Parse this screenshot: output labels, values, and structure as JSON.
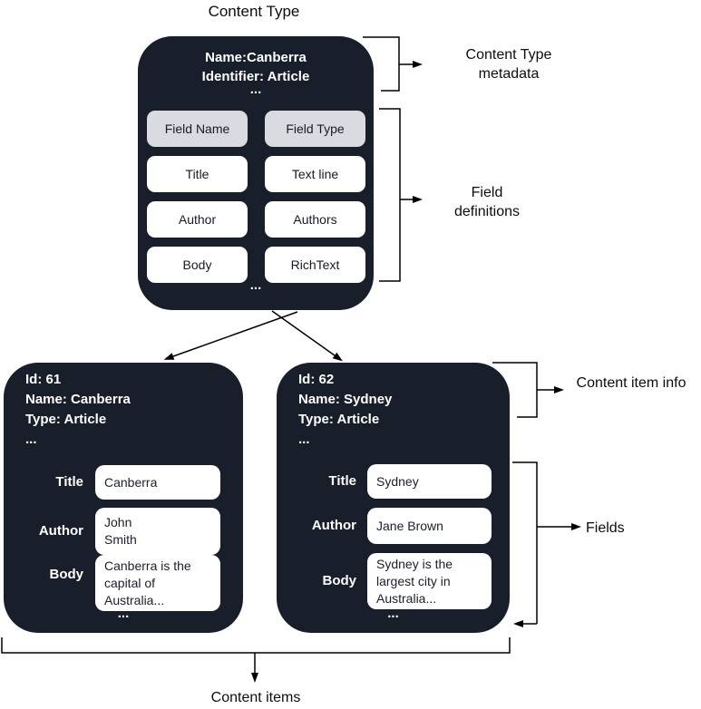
{
  "page": {
    "title": "Content Type",
    "bottom_label": "Content items"
  },
  "colors": {
    "box_background": "#181e2a",
    "header_chip_background": "#d9dbe1",
    "chip_background": "#ffffff",
    "line_color": "#000000",
    "text_on_dark": "#ffffff",
    "text_dark": "#161b26"
  },
  "content_type_box": {
    "name_line": "Name:Canberra",
    "identifier_line": "Identifier: Article",
    "ellipsis": "...",
    "field_header": {
      "name": "Field Name",
      "type": "Field Type"
    },
    "fields": [
      {
        "name": "Title",
        "type": "Text line"
      },
      {
        "name": "Author",
        "type": "Authors"
      },
      {
        "name": "Body",
        "type": "RichText"
      }
    ]
  },
  "annotations": {
    "content_type_metadata": "Content Type metadata",
    "field_definitions": "Field definitions",
    "content_item_info": "Content item info",
    "fields": "Fields"
  },
  "items": [
    {
      "id_line": "Id: 61",
      "name_line": "Name: Canberra",
      "type_line": "Type: Article",
      "ellipsis": "...",
      "fields": [
        {
          "label": "Title",
          "value": "Canberra"
        },
        {
          "label": "Author",
          "value": "John\nSmith"
        },
        {
          "label": "Body",
          "value": "Canberra is the\ncapital of\nAustralia..."
        }
      ]
    },
    {
      "id_line": "Id: 62",
      "name_line": "Name: Sydney",
      "type_line": "Type: Article",
      "ellipsis": "...",
      "fields": [
        {
          "label": "Title",
          "value": "Sydney"
        },
        {
          "label": "Author",
          "value": "Jane Brown"
        },
        {
          "label": "Body",
          "value": "Sydney is the\nlargest city in\nAustralia..."
        }
      ]
    }
  ]
}
